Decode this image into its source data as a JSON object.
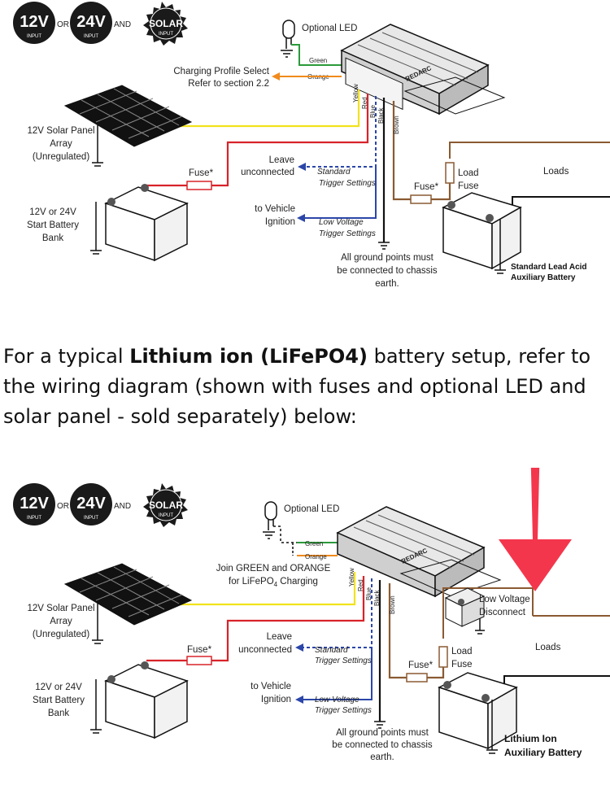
{
  "badges": {
    "v12": "12V",
    "v24": "24V",
    "solar": "SOLAR",
    "input": "INPUT",
    "or": "OR",
    "and": "AND"
  },
  "diagram1": {
    "optional_led": "Optional LED",
    "green": "Green",
    "orange": "Orange",
    "charging_profile_1": "Charging Profile Select",
    "charging_profile_2": "Refer to section 2.2",
    "solar_1": "12V Solar Panel",
    "solar_2": "Array",
    "solar_3": "(Unregulated)",
    "fuse": "Fuse*",
    "start_battery_1": "12V or 24V",
    "start_battery_2": "Start Battery",
    "start_battery_3": "Bank",
    "leave_1": "Leave",
    "leave_2": "unconnected",
    "standard_1": "Standard",
    "standard_2": "Trigger Settings",
    "ignition_1": "to Vehicle",
    "ignition_2": "Ignition",
    "lowv_1": "Low Voltage",
    "lowv_2": "Trigger Settings",
    "ground_1": "All ground points must",
    "ground_2": "be connected to chassis",
    "ground_3": "earth.",
    "load_fuse_1": "Load",
    "load_fuse_2": "Fuse",
    "loads": "Loads",
    "fuse2": "Fuse*",
    "aux_1": "Standard Lead Acid",
    "aux_2": "Auxiliary Battery",
    "wire_yellow": "Yellow",
    "wire_red": "Red",
    "wire_blue": "Blue",
    "wire_black": "Black",
    "wire_brown": "Brown",
    "brand": "REDARC"
  },
  "paragraph": {
    "before": "For a typical ",
    "bold": "Lithium ion (LiFePO4)",
    "after": " battery setup, refer to the wiring diagram (shown with fuses and optional LED and solar panel - sold separately) below:"
  },
  "diagram2": {
    "optional_led": "Optional LED",
    "green": "Green",
    "orange": "Orange",
    "join_1": "Join GREEN and ORANGE",
    "join_2": "for LiFePO",
    "join_sub": "4",
    "join_3": " Charging",
    "solar_1": "12V Solar Panel",
    "solar_2": "Array",
    "solar_3": "(Unregulated)",
    "fuse": "Fuse*",
    "start_battery_1": "12V or 24V",
    "start_battery_2": "Start Battery",
    "start_battery_3": "Bank",
    "leave_1": "Leave",
    "leave_2": "unconnected",
    "standard_1": "Standard",
    "standard_2": "Trigger Settings",
    "ignition_1": "to Vehicle",
    "ignition_2": "Ignition",
    "lowv_1": "Low Voltage",
    "lowv_2": "Trigger Settings",
    "ground_1": "All ground points must",
    "ground_2": "be connected to chassis",
    "ground_3": "earth.",
    "lvd_1": "Low Voltage",
    "lvd_2": "Disconnect",
    "load_fuse_1": "Load",
    "load_fuse_2": "Fuse",
    "loads": "Loads",
    "fuse2": "Fuse*",
    "aux_1": "Lithium Ion",
    "aux_2": "Auxiliary Battery",
    "wire_yellow": "Yellow",
    "wire_red": "Red",
    "wire_blue": "Blue",
    "wire_black": "Black",
    "wire_brown": "Brown",
    "brand": "REDARC"
  },
  "colors": {
    "yellow_wire": "#f2e21c",
    "red_wire": "#d8232a",
    "blue_wire": "#2b46a8",
    "black_wire": "#111111",
    "brown_wire": "#8a5a32",
    "orange_wire": "#f08a1c",
    "green_wire": "#2b9a3a",
    "highlight_arrow": "#f4364c"
  }
}
